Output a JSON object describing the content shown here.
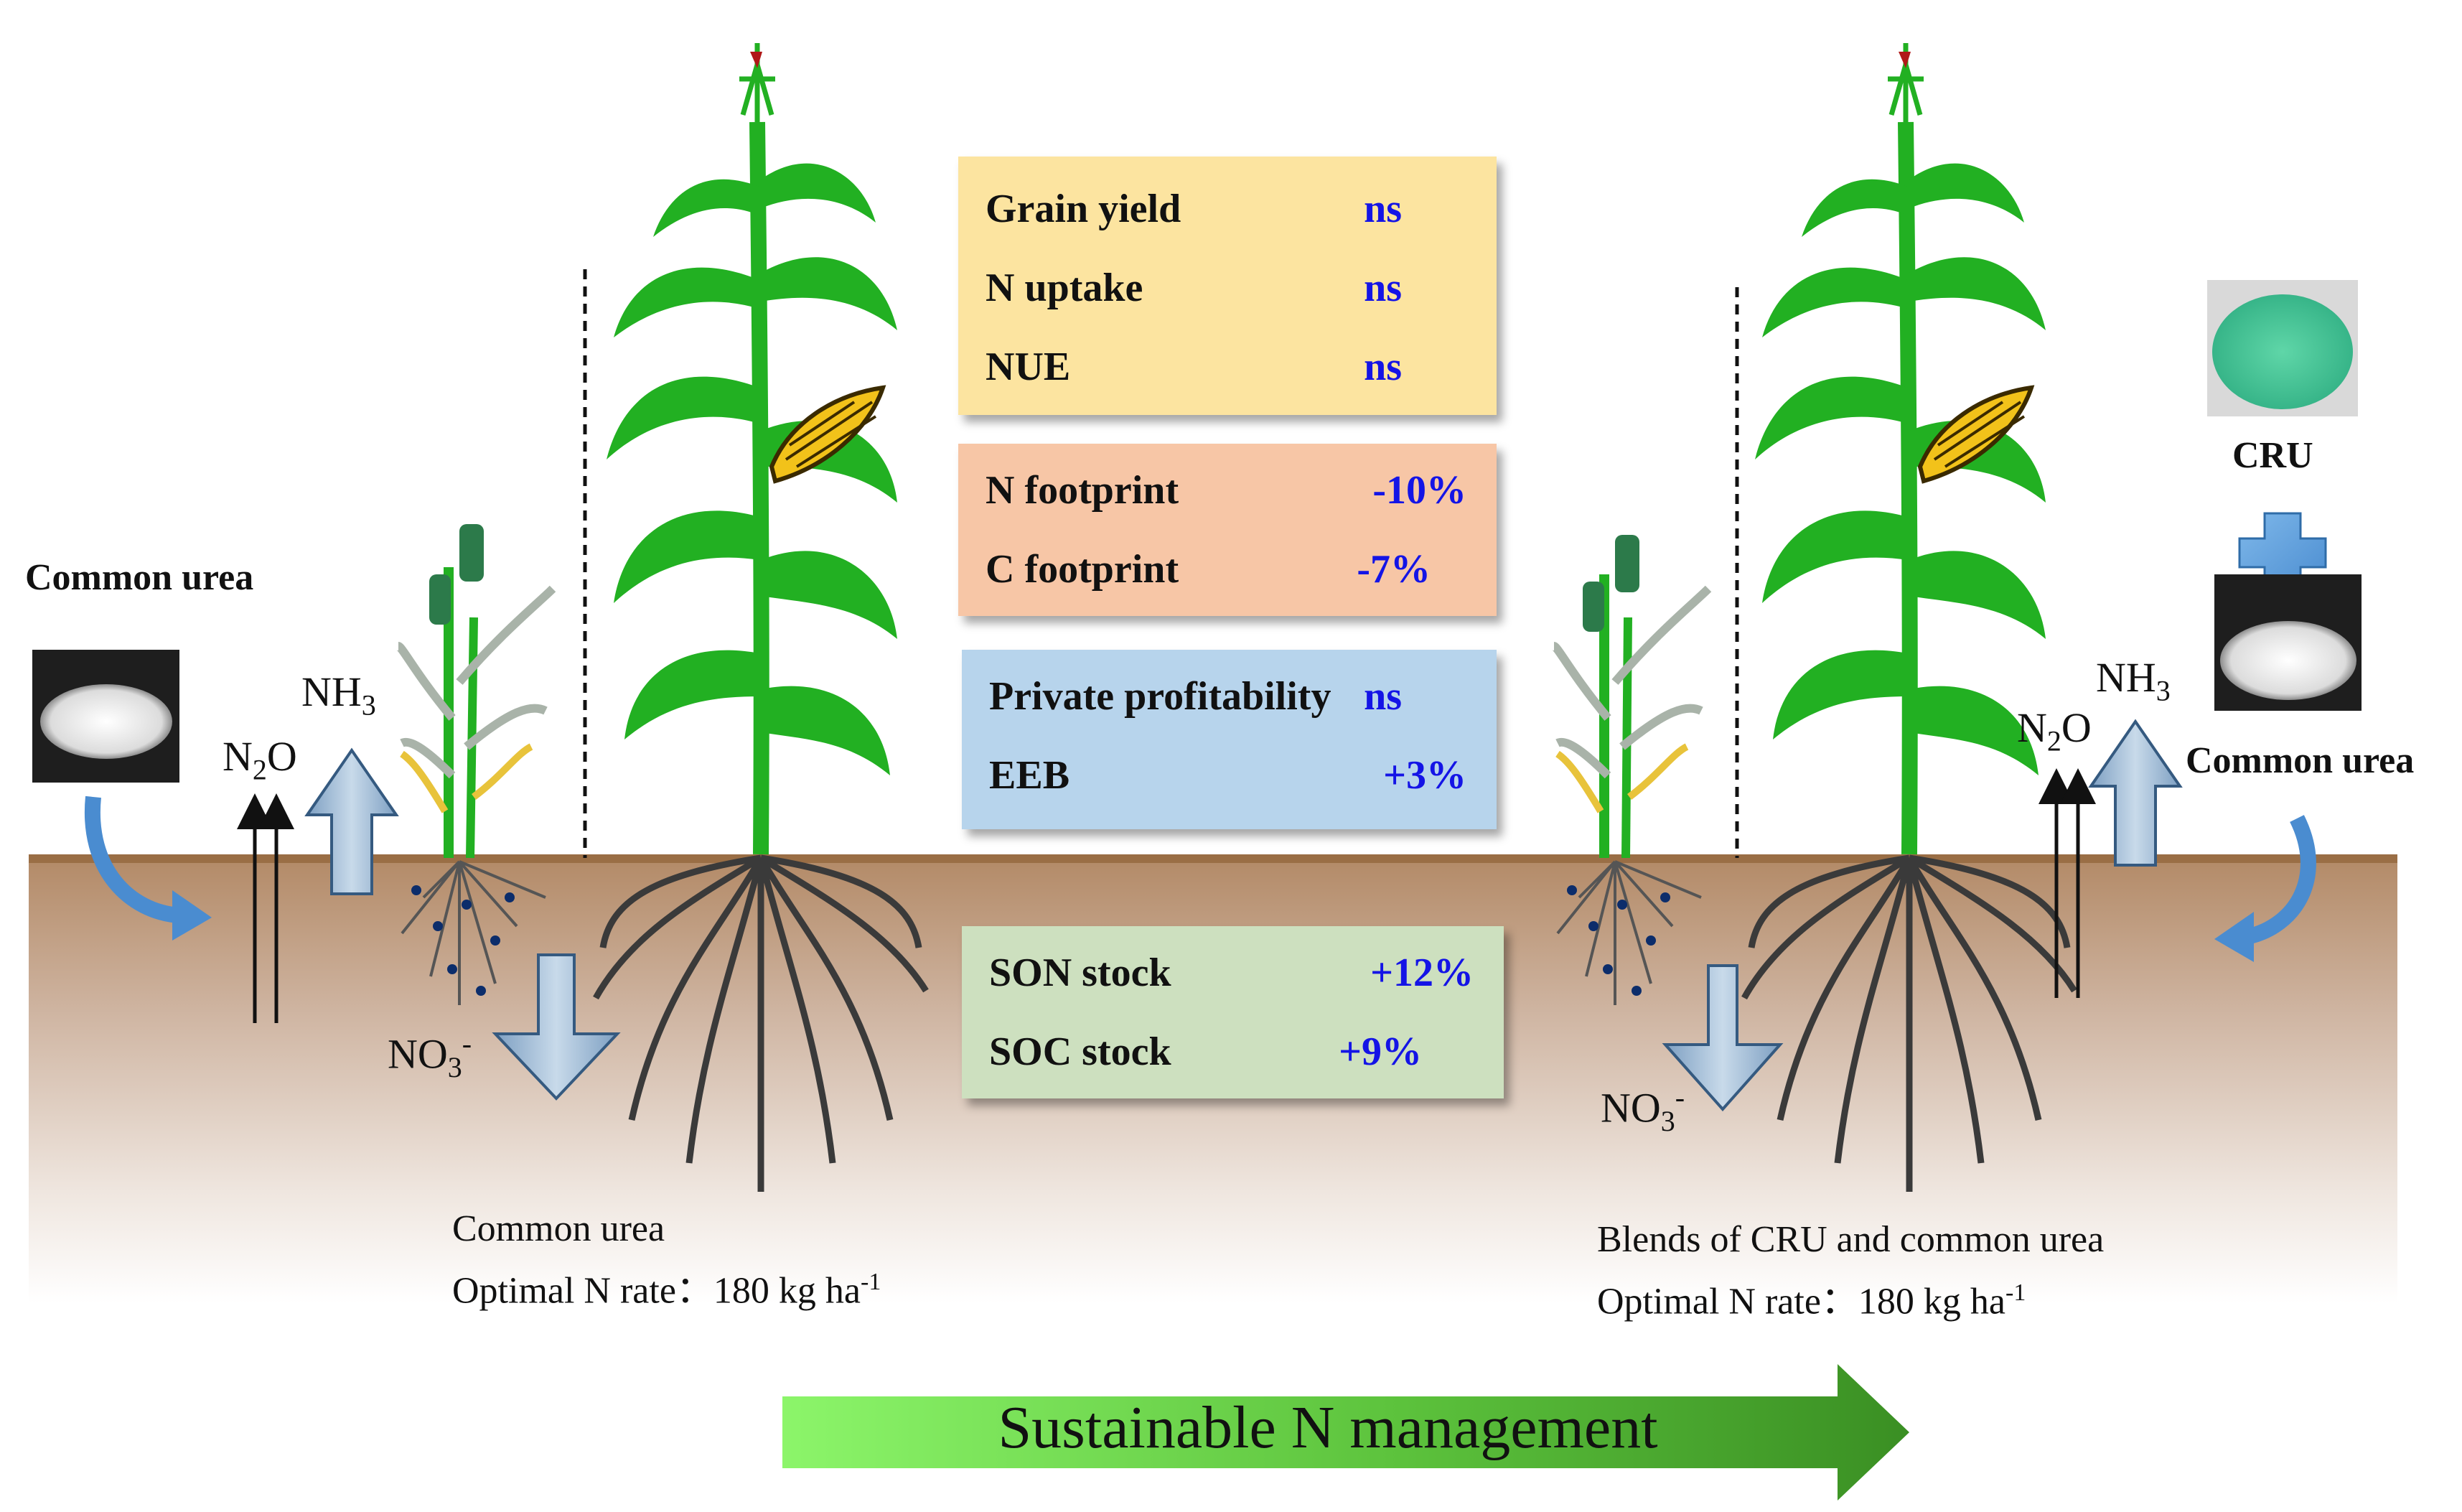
{
  "colors": {
    "box_yield": "#fce4a0",
    "box_footprint": "#f7c6a6",
    "box_profit": "#b7d4ec",
    "box_soil": "#cde0bf",
    "value_text": "#1414e6",
    "soil_top": "#a77a50",
    "leaf_green": "#22b022",
    "arrow_green": "#3a8f23",
    "flux_arrow": "#8fb0cf"
  },
  "boxes": {
    "yield": {
      "rows": [
        {
          "label": "Grain yield",
          "value": "ns"
        },
        {
          "label": "N uptake",
          "value": "ns"
        },
        {
          "label": "NUE",
          "value": "ns"
        }
      ]
    },
    "footprint": {
      "rows": [
        {
          "label": "N footprint",
          "value": "-10%"
        },
        {
          "label": "C footprint",
          "value": "-7%"
        }
      ]
    },
    "profit": {
      "rows": [
        {
          "label": "Private profitability",
          "value": "ns"
        },
        {
          "label": "EEB",
          "value": "+3%"
        }
      ]
    },
    "soil": {
      "rows": [
        {
          "label": "SON stock",
          "value": "+12%"
        },
        {
          "label": "SOC stock",
          "value": "+9%"
        }
      ]
    }
  },
  "left": {
    "fertilizer_label": "Common urea",
    "nh3": {
      "base": "NH",
      "sub": "3"
    },
    "n2o": {
      "pre": "N",
      "sub": "2",
      "post": "O"
    },
    "no3": {
      "base": "NO",
      "sub": "3",
      "sup": "-"
    },
    "caption_line1": "Common urea",
    "caption_line2_prefix": "Optimal N rate：",
    "caption_rate": "180 kg ha",
    "caption_exp": "-1"
  },
  "right": {
    "cru_label": "CRU",
    "fertilizer_label": "Common urea",
    "nh3": {
      "base": "NH",
      "sub": "3"
    },
    "n2o": {
      "pre": "N",
      "sub": "2",
      "post": "O"
    },
    "no3": {
      "base": "NO",
      "sub": "3",
      "sup": "-"
    },
    "caption_line1": "Blends of CRU and common urea",
    "caption_line2_prefix": "Optimal N rate：",
    "caption_rate": "180 kg ha",
    "caption_exp": "-1"
  },
  "bottom_arrow": {
    "label": "Sustainable N management"
  }
}
